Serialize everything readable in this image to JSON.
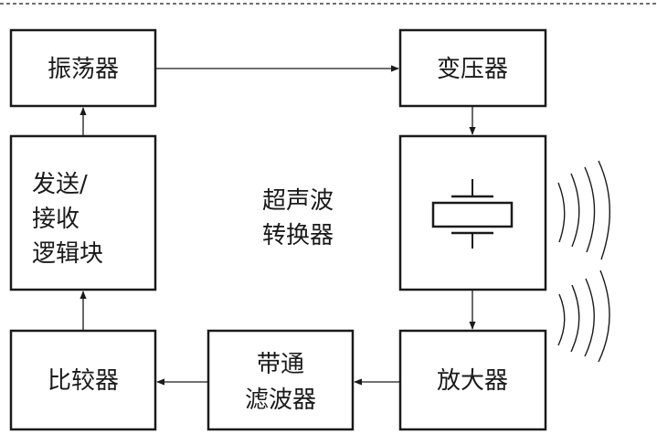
{
  "diagram": {
    "center_label_lines": [
      "超声波",
      "转换器"
    ],
    "boxes": {
      "oscillator": {
        "lines": [
          "振荡器"
        ]
      },
      "transformer": {
        "lines": [
          "变压器"
        ]
      },
      "logic": {
        "lines": [
          "发送/",
          "接收",
          "逻辑块"
        ]
      },
      "transducer": {
        "lines": []
      },
      "comparator": {
        "lines": [
          "比较器"
        ]
      },
      "bandpass": {
        "lines": [
          "带通",
          "滤波器"
        ]
      },
      "amplifier": {
        "lines": [
          "放大器"
        ]
      }
    }
  }
}
